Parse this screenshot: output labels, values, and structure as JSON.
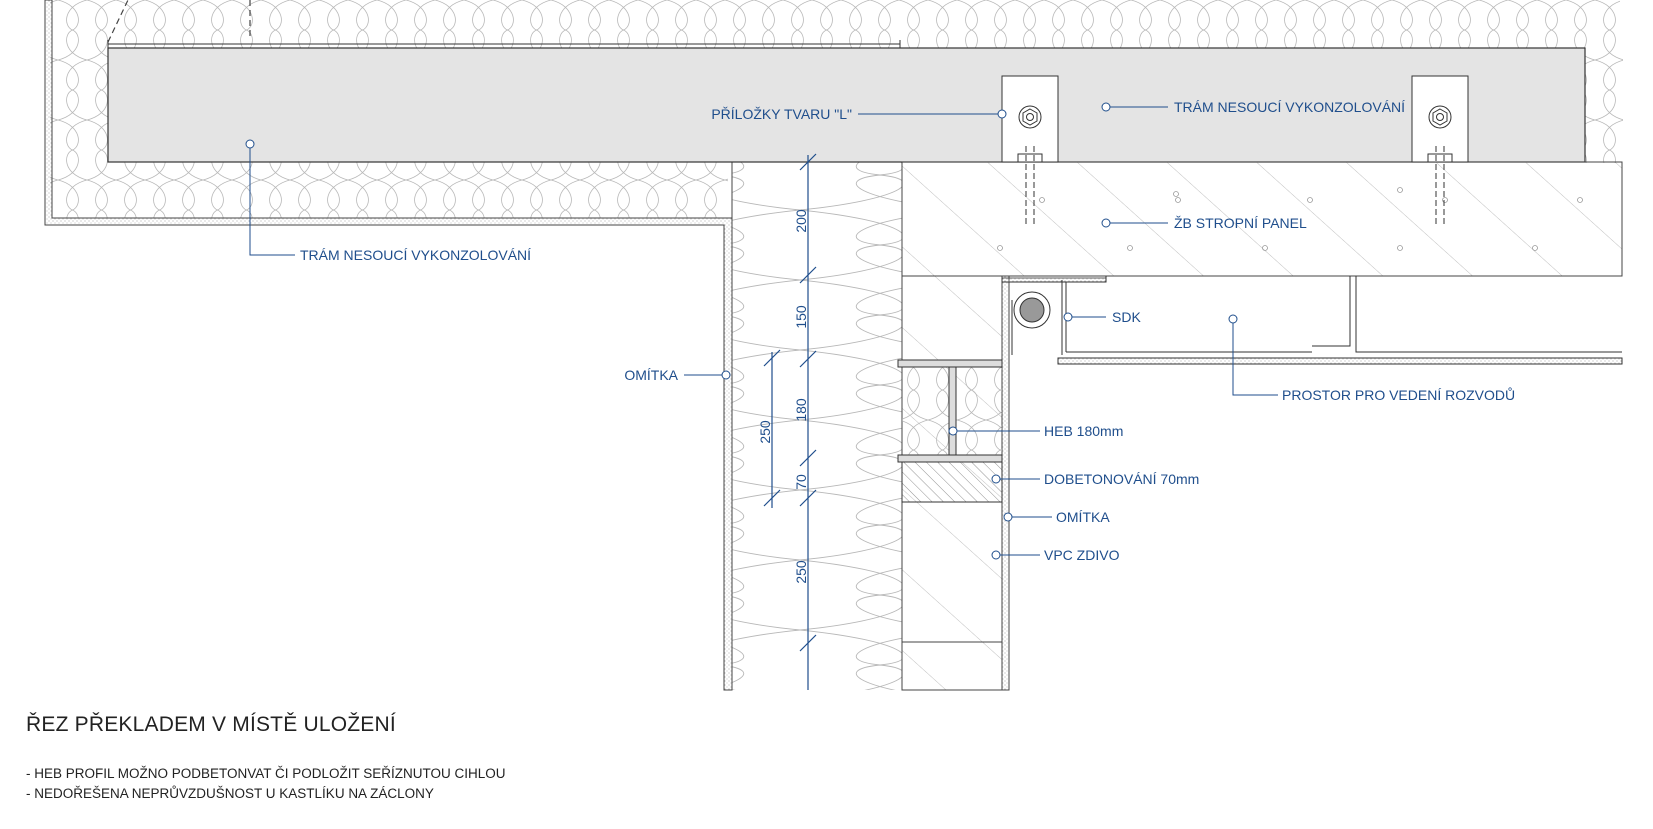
{
  "title": "ŘEZ PŘEKLADEM V MÍSTĚ ULOŽENÍ",
  "notes": [
    "- HEB PROFIL MOŽNO PODBETONVAT ČI PODLOŽIT SEŘÍZNUTOU CIHLOU",
    "- NEDOŘEŠENA NEPRŮVZDUŠNOST U KASTLÍKU NA ZÁCLONY"
  ],
  "labels": {
    "beam_left": "TRÁM NESOUCÍ VYKONZOLOVÁNÍ",
    "brackets": "PŘÍLOŽKY TVARU \"L\"",
    "beam_right": "TRÁM NESOUCÍ VYKONZOLOVÁNÍ",
    "slab": "ŽB STROPNÍ PANEL",
    "sdk": "SDK",
    "services": "PROSTOR PRO VEDENÍ ROZVODŮ",
    "plaster_left": "OMÍTKA",
    "heb": "HEB 180mm",
    "topping": "DOBETONOVÁNÍ 70mm",
    "plaster_right": "OMÍTKA",
    "masonry": "VPC ZDIVO"
  },
  "dimensions": {
    "d200": "200",
    "d150": "150",
    "d180": "180",
    "d70": "70",
    "d250_upper": "250",
    "d250_lower": "250"
  },
  "colors": {
    "line": "#444444",
    "accent": "#1f4e8c",
    "beam_fill": "#e4e4e4",
    "hatch": "#9a9a9a"
  }
}
